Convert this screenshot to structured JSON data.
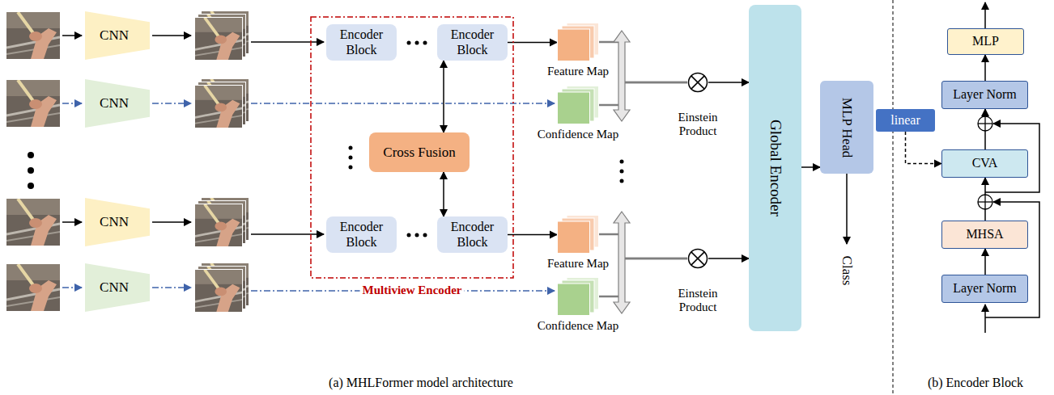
{
  "diagram": {
    "nodes": [
      {
        "text": [
          "CNN"
        ]
      },
      {
        "text": [
          "CNN"
        ]
      },
      {
        "text": [
          "CNN"
        ]
      },
      {
        "text": [
          "CNN"
        ]
      },
      {
        "text": [
          "Multiview Encoder"
        ]
      },
      {
        "text": [
          "Encoder Block"
        ],
        "in": 4
      },
      {
        "text": [
          "Encoder Block"
        ],
        "in": 4
      },
      {
        "text": [
          "Cross Fusion"
        ],
        "in": 4
      },
      {
        "text": [
          "Encoder Block"
        ],
        "in": 4
      },
      {
        "text": [
          "Encoder Block"
        ],
        "in": 4
      },
      {
        "text": [
          "Feature Map"
        ]
      },
      {
        "text": [
          "Confidence Map"
        ]
      },
      {
        "text": [
          "Einstein Product"
        ]
      },
      {
        "text": [
          "Feature Map"
        ]
      },
      {
        "text": [
          "Confidence Map"
        ]
      },
      {
        "text": [
          "Einstein Product"
        ]
      },
      {
        "text": [
          "Global Encoder"
        ]
      },
      {
        "text": [
          "MLP Head"
        ]
      },
      {
        "text": [
          "MLP"
        ]
      },
      {
        "text": [
          "Layer Norm"
        ]
      },
      {
        "text": [
          "linear"
        ]
      },
      {
        "text": [
          "CVA"
        ]
      },
      {
        "text": [
          "MHSA"
        ]
      },
      {
        "text": [
          "Layer Norm"
        ]
      }
    ],
    "edges": [
      {
        "from": 7,
        "to": 6,
        "arrow": "both"
      },
      {
        "from": 7,
        "to": 9,
        "arrow": "both"
      },
      {
        "from": 6,
        "to": 10,
        "arrow": "to"
      },
      {
        "from": 9,
        "to": 13,
        "arrow": "to"
      },
      {
        "from": 10,
        "to": 12,
        "arrow": "none"
      },
      {
        "from": 11,
        "to": 12,
        "arrow": "none"
      },
      {
        "from": 13,
        "to": 15,
        "arrow": "none"
      },
      {
        "from": 14,
        "to": 15,
        "arrow": "none"
      },
      {
        "from": 12,
        "to": 16,
        "arrow": "to"
      },
      {
        "from": 15,
        "to": 16,
        "arrow": "to"
      },
      {
        "from": 16,
        "to": 17,
        "arrow": "to"
      },
      {
        "from": 23,
        "to": 22,
        "arrow": "to"
      },
      {
        "from": 22,
        "to": 21,
        "arrow": "to"
      },
      {
        "from": 21,
        "to": 19,
        "arrow": "to"
      },
      {
        "from": 19,
        "to": 18,
        "arrow": "to"
      },
      {
        "from": 20,
        "to": 21,
        "arrow": "to"
      }
    ],
    "labels": [
      "Class",
      "(a) MHLFormer model architecture",
      "(b) Encoder Block"
    ]
  }
}
